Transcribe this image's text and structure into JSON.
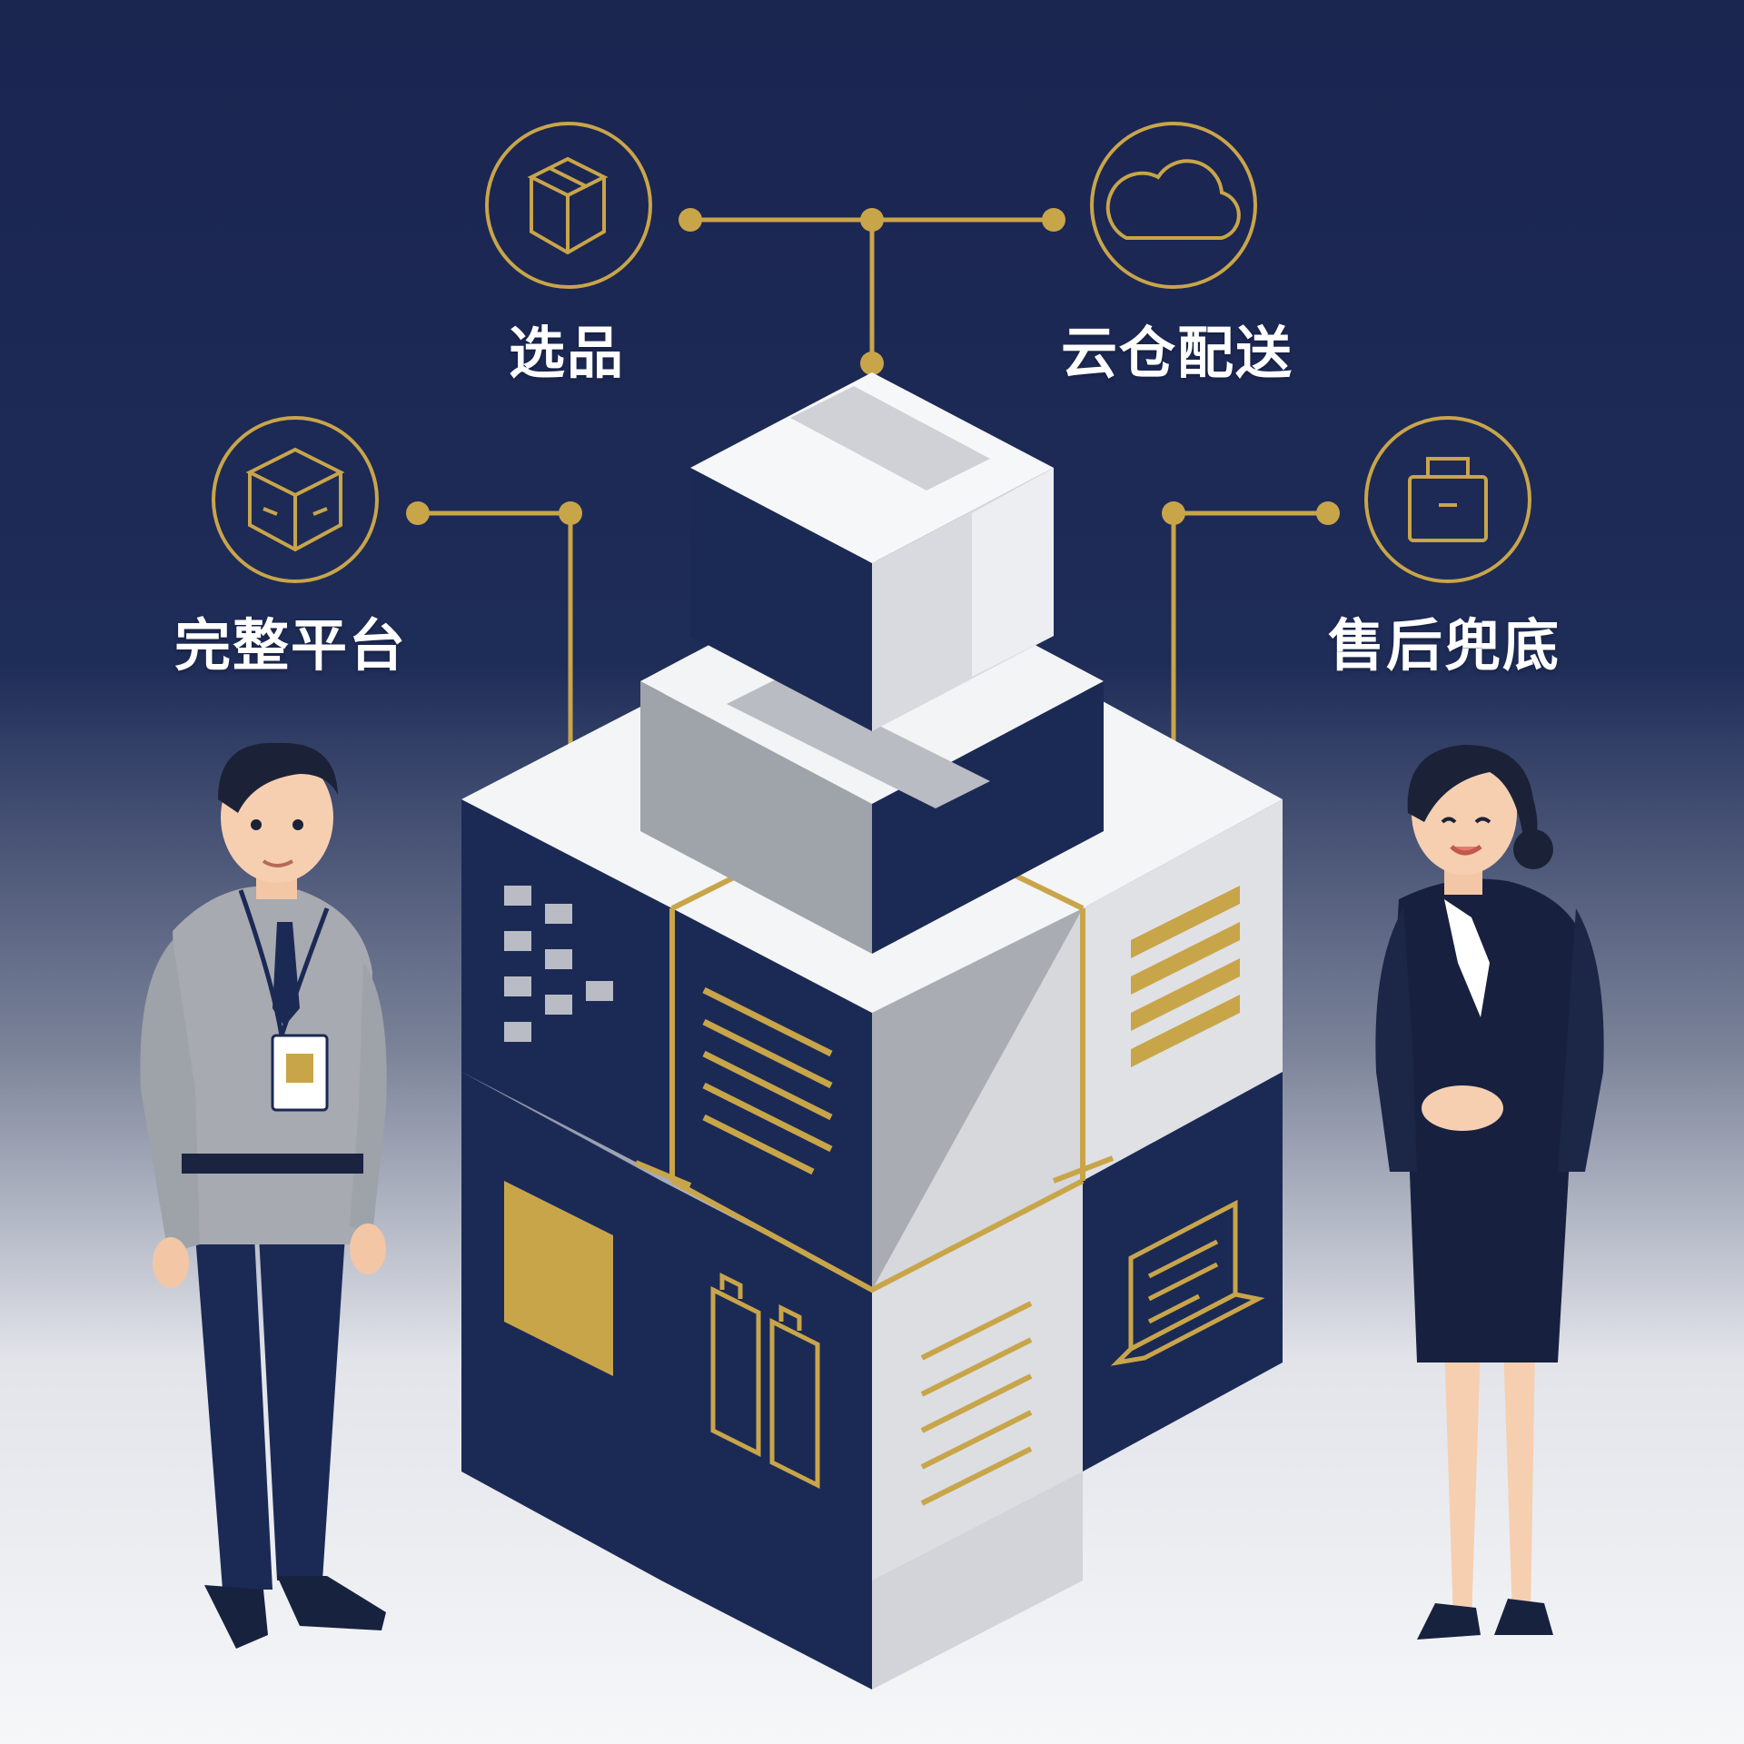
{
  "labels": {
    "selection": "选品",
    "cloud_delivery": "云仓配送",
    "complete_platform": "完整平台",
    "after_sales": "售后兜底"
  },
  "icons": {
    "selection": "boxes-icon",
    "cloud_delivery": "cloud-icon",
    "complete_platform": "package-icon",
    "after_sales": "lock-icon"
  },
  "colors": {
    "navy": "#1b2a55",
    "gold": "#c9a54a",
    "light_gray": "#d4d6da",
    "white": "#ffffff"
  }
}
